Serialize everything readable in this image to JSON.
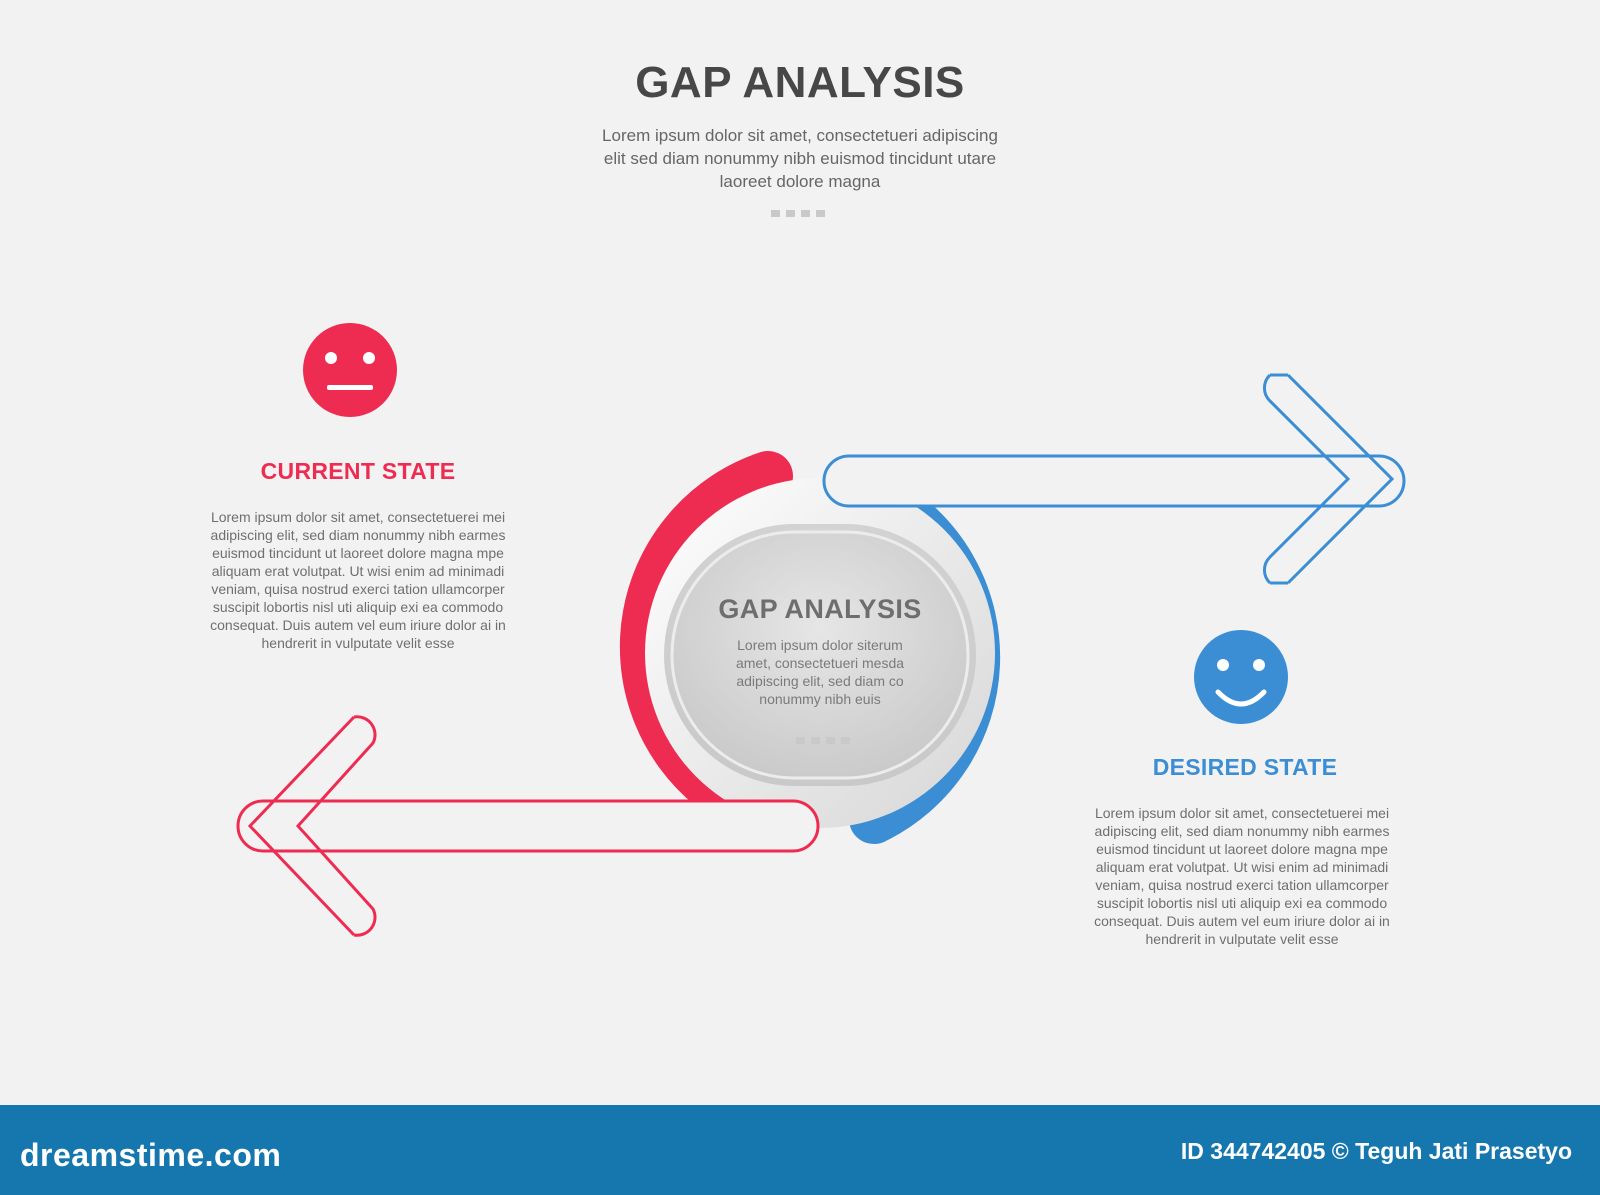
{
  "header": {
    "title": "GAP ANALYSIS",
    "subtitle_lines": [
      "Lorem ipsum dolor sit amet, consectetueri adipiscing",
      "elit sed diam nonummy nibh euismod tincidunt utare",
      "laoreet dolore magna"
    ]
  },
  "current_state": {
    "title": "CURRENT STATE",
    "body_lines": [
      "Lorem ipsum dolor sit amet, consectetuerei mei",
      "adipiscing elit, sed diam nonummy nibh earmes",
      "euismod tincidunt ut laoreet dolore magna mpe",
      "aliquam erat volutpat. Ut wisi enim ad minimadi",
      "veniam, quisa nostrud exerci tation ullamcorper",
      "suscipit lobortis nisl uti aliquip exi ea commodo",
      "consequat. Duis autem vel eum iriure dolor ai in",
      "hendrerit in vulputate velit esse"
    ],
    "color": "#ee2c52",
    "icon": "neutral-face-icon"
  },
  "desired_state": {
    "title": "DESIRED STATE",
    "body_lines": [
      "Lorem ipsum dolor sit amet, consectetuerei mei",
      "adipiscing elit, sed diam nonummy nibh earmes",
      "euismod tincidunt ut laoreet dolore magna mpe",
      "aliquam erat volutpat. Ut wisi enim ad minimadi",
      "veniam, quisa nostrud exerci tation ullamcorper",
      "suscipit lobortis nisl uti aliquip exi ea commodo",
      "consequat. Duis autem vel eum iriure dolor ai in",
      "hendrerit in vulputate velit esse"
    ],
    "color": "#3b8ed4",
    "icon": "smiling-face-icon"
  },
  "hub": {
    "title": "GAP ANALYSIS",
    "body_lines": [
      "Lorem ipsum dolor siterum",
      "amet, consectetueri mesda",
      "adipiscing elit, sed diam co",
      "nonummy nibh euis"
    ]
  },
  "footer": {
    "logo": "dreamstime.com",
    "credit": "ID 344742405 © Teguh Jati Prasetyo",
    "color": "#1677af"
  }
}
